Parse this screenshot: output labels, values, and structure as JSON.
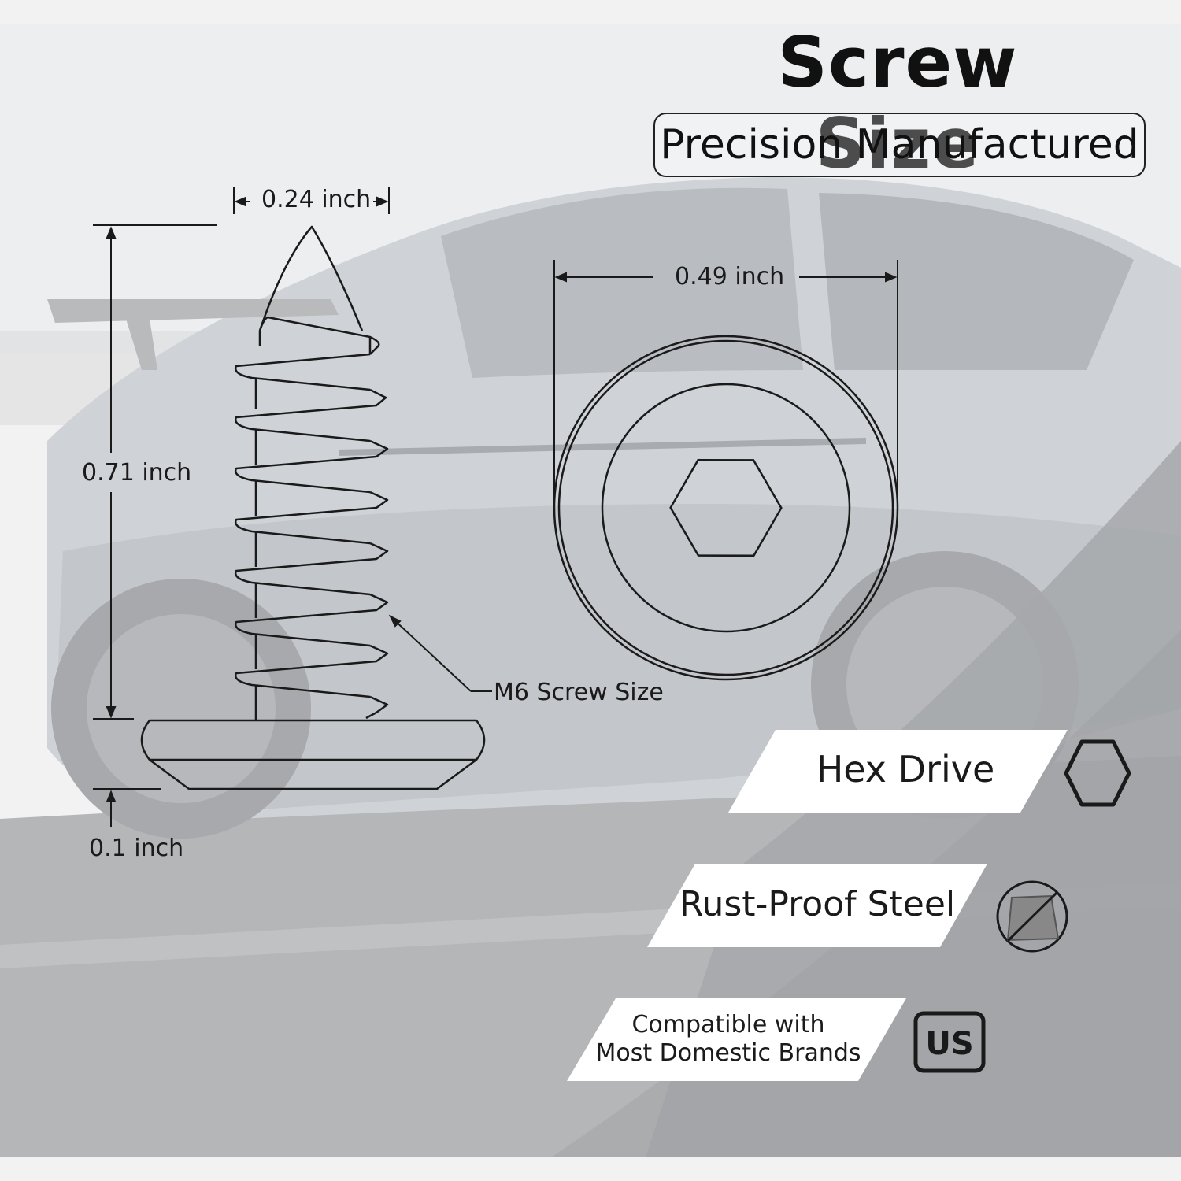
{
  "header": {
    "title": "Screw Size",
    "subtitle": "Precision Manufactured"
  },
  "dimensions": {
    "shank_width": "0.24 inch",
    "head_diameter": "0.49 inch",
    "length": "0.71 inch",
    "head_thickness": "0.1 inch",
    "thread_callout": "M6 Screw Size"
  },
  "features": [
    {
      "label": "Hex Drive",
      "icon": "hexagon-icon"
    },
    {
      "label": "Rust-Proof Steel",
      "icon": "no-rust-icon"
    },
    {
      "label_line1": "Compatible with",
      "label_line2": "Most Domestic Brands",
      "icon": "us-badge-icon",
      "badge_text": "US"
    }
  ],
  "colors": {
    "background": "#f3f3f3",
    "car_body": "#c9ccd0",
    "road": "#a9abae",
    "line_art": "#1a1a1a",
    "feature_banner": "#ffffff"
  }
}
